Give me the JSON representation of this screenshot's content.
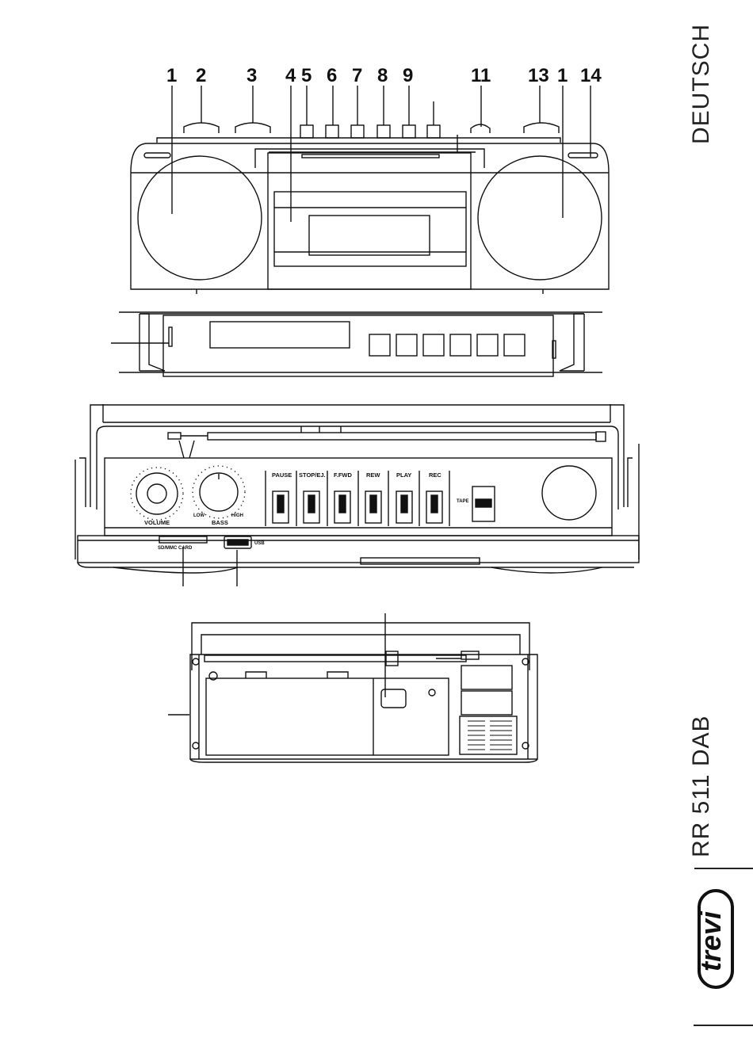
{
  "callouts": {
    "c1a": "1",
    "c2": "2",
    "c3": "3",
    "c4": "4",
    "c5": "5",
    "c6": "6",
    "c7": "7",
    "c8": "8",
    "c9": "9",
    "c11": "11",
    "c13": "13",
    "c1b": "1",
    "c14": "14"
  },
  "side_text": {
    "language": "DEUTSCH",
    "model": "RR 511 DAB"
  },
  "logo": {
    "text": "trevi"
  },
  "front_panel": {
    "keys": [
      "PAUSE",
      "STOP/EJ.",
      "F.FWD",
      "REW",
      "PLAY",
      "REC"
    ],
    "volume_label": "VOLUME",
    "bass_label": "BASS",
    "bass_low": "LOW",
    "bass_high": "HIGH",
    "tape_label": "TAPE",
    "card_label": "SD/MMC CARD",
    "usb_label": "USB"
  }
}
